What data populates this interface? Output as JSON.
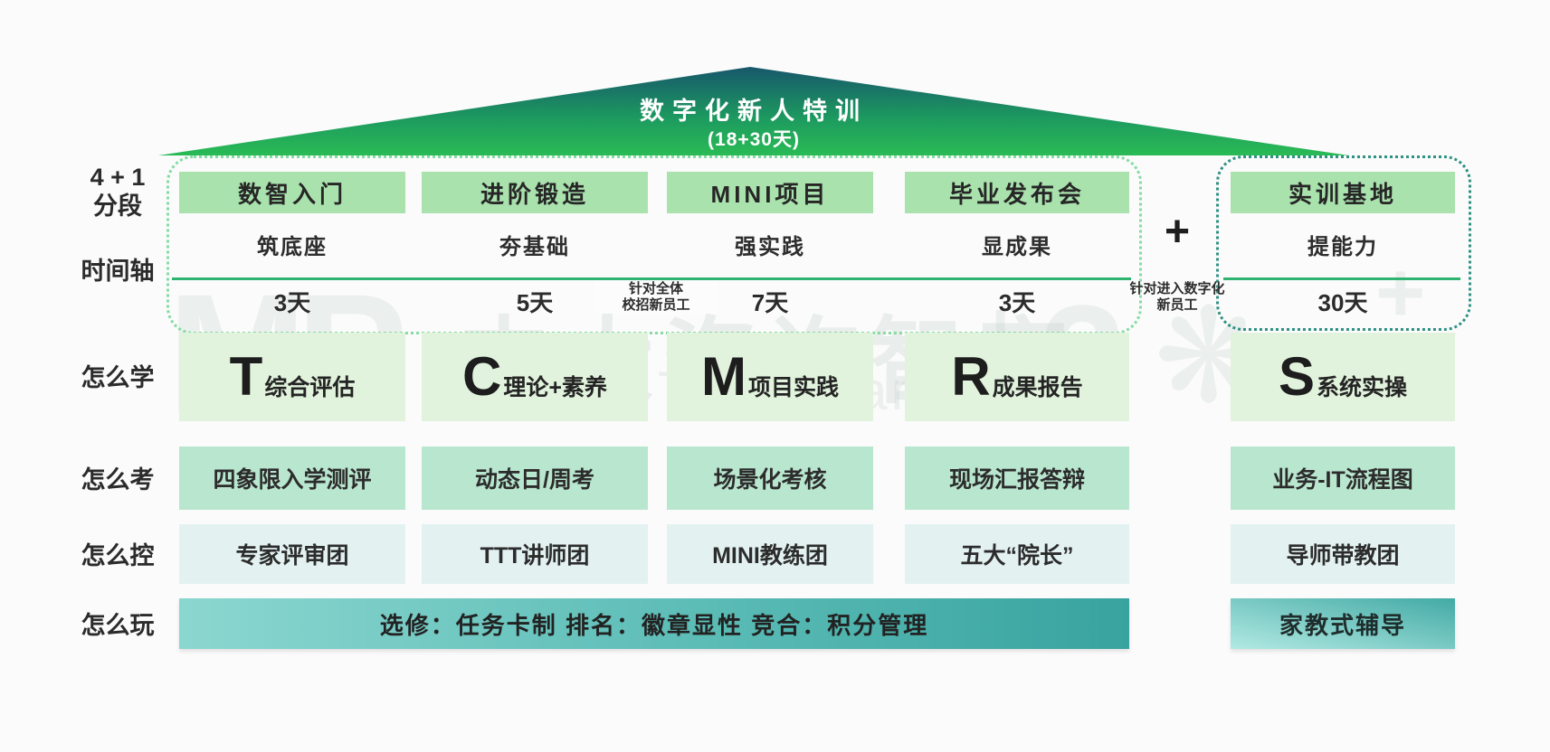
{
  "roof": {
    "title": "数字化新人特训",
    "subtitle": "(18+30天)",
    "gradient_top": "#17576b",
    "gradient_bottom": "#2abb55"
  },
  "left_labels": {
    "segment_line1": "4 + 1",
    "segment_line2": "分段",
    "timeline": "时间轴",
    "row_learn": "怎么学",
    "row_exam": "怎么考",
    "row_control": "怎么控",
    "row_play": "怎么玩"
  },
  "columns": [
    {
      "header": "数智入门",
      "phase": "筑底座",
      "days": "3天",
      "letter": "T",
      "learn": "综合评估",
      "exam": "四象限入学测评",
      "control": "专家评审团"
    },
    {
      "header": "进阶锻造",
      "phase": "夯基础",
      "days": "5天",
      "letter": "C",
      "learn": "理论+素养",
      "exam": "动态日/周考",
      "control": "TTT讲师团"
    },
    {
      "header": "MINI项目",
      "phase": "强实践",
      "days": "7天",
      "letter": "M",
      "learn": "项目实践",
      "exam": "场景化考核",
      "control": "MINI教练团"
    },
    {
      "header": "毕业发布会",
      "phase": "显成果",
      "days": "3天",
      "letter": "R",
      "learn": "成果报告",
      "exam": "现场汇报答辩",
      "control": "五大“院长”"
    },
    {
      "header": "实训基地",
      "phase": "提能力",
      "days": "30天",
      "letter": "S",
      "learn": "系统实操",
      "exam": "业务-IT流程图",
      "control": "导师带教团",
      "play": "家教式辅导"
    }
  ],
  "annotations": {
    "plus": "+",
    "note1": [
      "针对全体",
      "校招新员工"
    ],
    "note2": [
      "针对进入数字化",
      "新员工"
    ]
  },
  "play_bar": {
    "text": "选修：任务卡制  排名：徽章显性  竞合：积分管理"
  },
  "watermark": {
    "logo": "MP",
    "cn": "中大咨询智库",
    "en": "Social Think Tank",
    "divider": "|",
    "num": "3",
    "flower_glyph": "❋",
    "plus_glyph": "+"
  },
  "colors": {
    "header_box": "#a9e2ad",
    "learn_box": "#e1f3dd",
    "exam_box": "#b9e6cf",
    "control_box": "#e3f2f1",
    "play_bar_start": "#8bd7d0",
    "play_bar_end": "#38a39f",
    "timeline": "#2fb370",
    "dashed_main": "#85dba4",
    "dashed_extra": "#2f9183"
  }
}
